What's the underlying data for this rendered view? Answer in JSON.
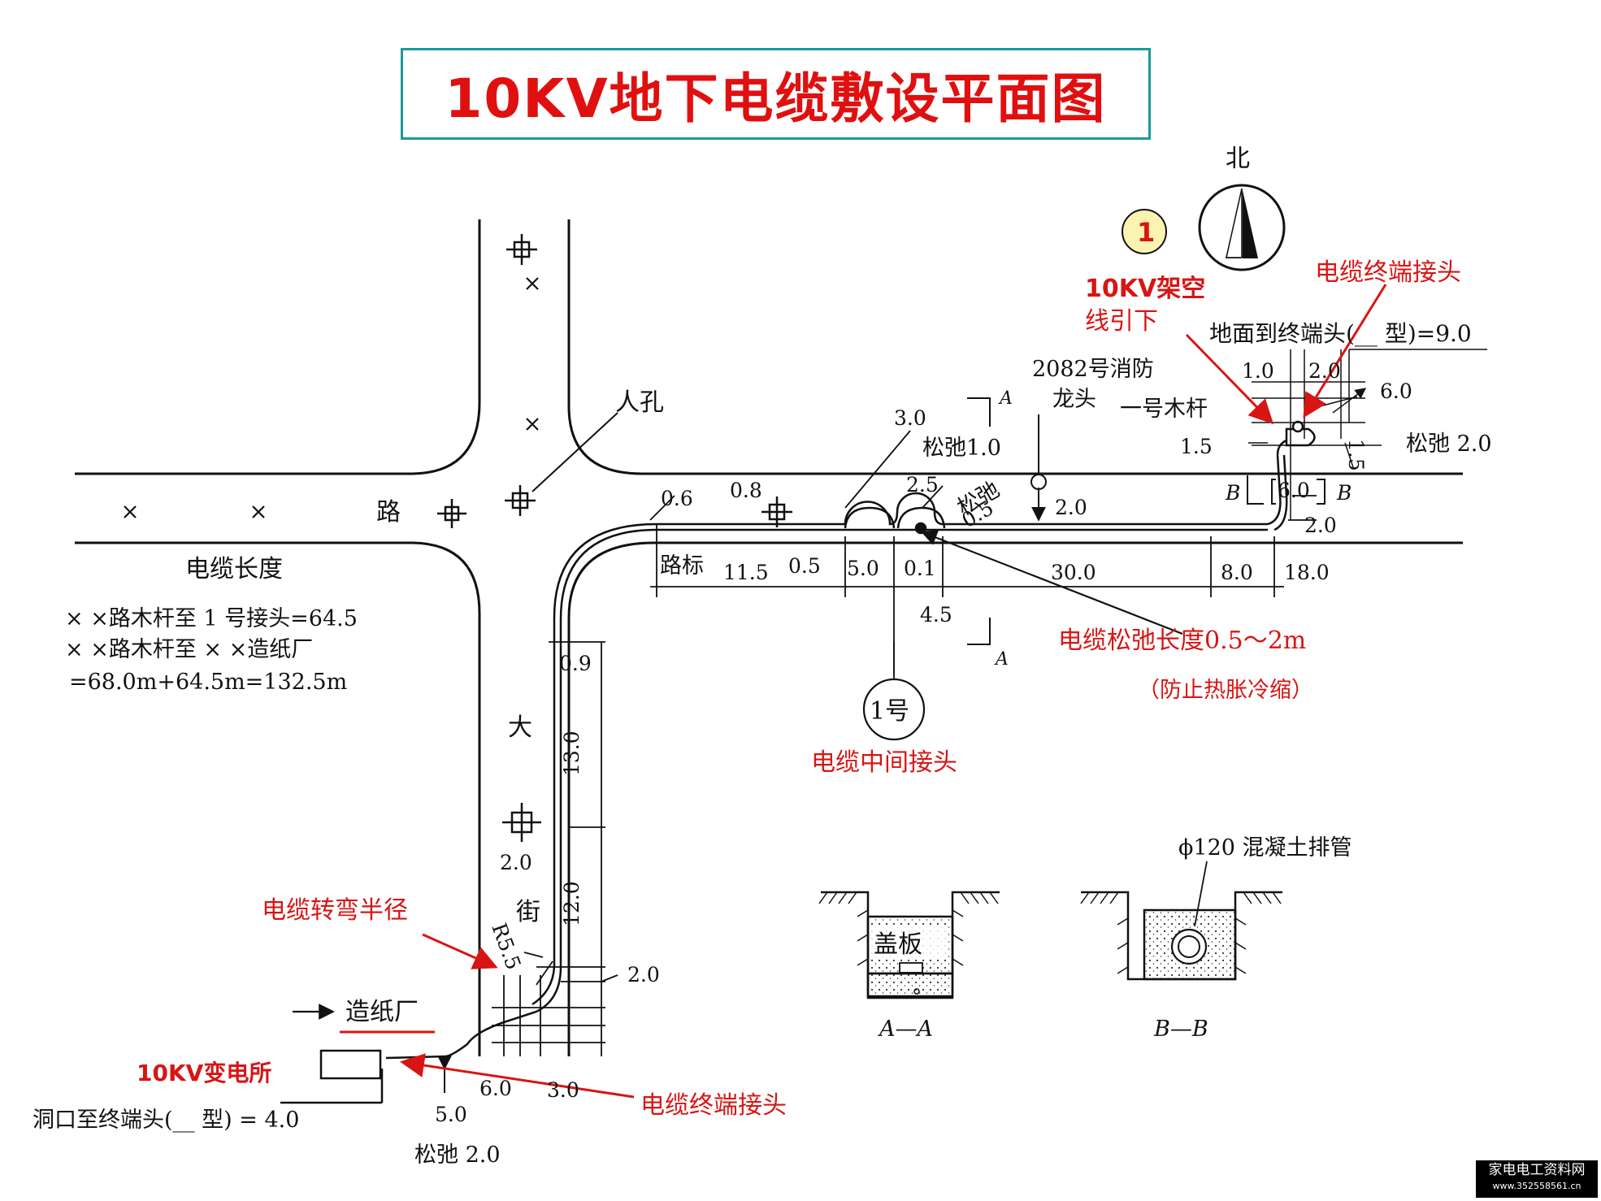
{
  "title": "10KV地下电缆敷设平面图",
  "watermark": {
    "line1": "家电电工资料网",
    "line2": "www.352558561.cn"
  },
  "north": {
    "label": "北"
  },
  "callout_number": "1",
  "labels": {
    "overhead_1": "10KV架空",
    "overhead_2": "线引下",
    "terminal_top": "电缆终端接头",
    "ground_to_head": "地面到终端头(__ 型)=9.0",
    "hydrant_1": "2082号消防",
    "hydrant_2": "龙头",
    "pole_no1": "一号木杆",
    "manhole": "人孔",
    "road": "路",
    "slack_1": "松弛1.0",
    "slack_2": "松弛 2.0",
    "slack_3": "松弛",
    "slack_4": "0.5",
    "road_sign": "路标",
    "cable_length_title": "电缆长度",
    "cable_len_1": "× ×路木杆至 1 号接头=64.5",
    "cable_len_2": "× ×路木杆至 × ×造纸厂",
    "cable_len_3": "=68.0m+64.5m=132.5m",
    "slack_length": "电缆松弛长度0.5～2m",
    "slack_reason": "（防止热胀冷缩）",
    "joint_no": "1号",
    "middle_joint": "电缆中间接头",
    "street_da": "大",
    "street_jie": "街",
    "bend_radius": "电缆转弯半径",
    "radius": "R5.5",
    "paper_mill": "造纸厂",
    "substation": "10KV变电所",
    "terminal_bottom": "电缆终端接头",
    "hole_to_head": "洞口至终端头(__ 型) = 4.0",
    "slack_bottom": "松弛 2.0",
    "concrete_pipe": "ϕ120 混凝土排管",
    "cover_plate": "盖板",
    "section_aa": "A—A",
    "section_bb": "B—B",
    "sec_A": "A",
    "sec_B": "B"
  },
  "dimensions": {
    "d_0_6": "0.6",
    "d_0_8": "0.8",
    "d_3_0": "3.0",
    "d_2_5": "2.5",
    "d_11_5": "11.5",
    "d_0_5": "0.5",
    "d_5_0": "5.0",
    "d_0_1": "0.1",
    "d_30_0": "30.0",
    "d_8_0": "8.0",
    "d_18_0": "18.0",
    "d_4_5": "4.5",
    "d_2_0a": "2.0",
    "d_2_0b": "2.0",
    "d_1_0": "1.0",
    "d_2_0c": "2.0",
    "d_6_0a": "6.0",
    "d_1_5a": "1.5",
    "d_1_5b": "1.5",
    "d_6_0b": "6.0",
    "d_0_9": "0.9",
    "d_13_0": "13.0",
    "d_2_0d": "2.0",
    "d_12_0": "12.0",
    "d_2_0e": "2.0",
    "d_6_0c": "6.0",
    "d_3_0b": "3.0",
    "d_5_0b": "5.0"
  },
  "colors": {
    "annotation": "#d81515",
    "title_border": "#1a9a9a",
    "callout_fill": "#fbf3b0"
  }
}
